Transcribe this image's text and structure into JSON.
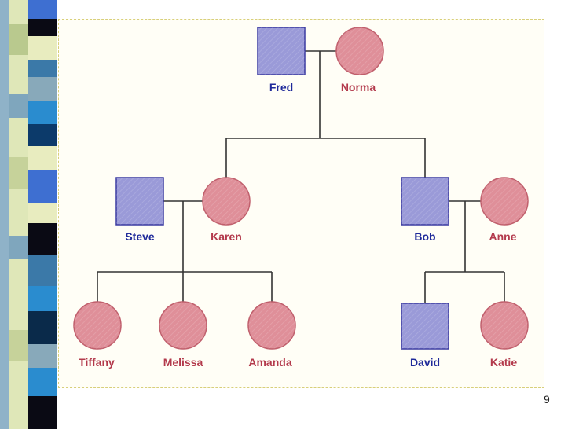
{
  "slide_number": "9",
  "colors": {
    "male_fill": "#9a9ad8",
    "male_stroke": "#3a3aa0",
    "female_fill": "#df8f99",
    "female_stroke": "#c05f6c",
    "male_text": "#1f2a9a",
    "female_text": "#b33a4c",
    "line": "#333333",
    "panel_border": "#d8cf7a"
  },
  "people": {
    "fred": {
      "name": "Fred",
      "sex": "male"
    },
    "norma": {
      "name": "Norma",
      "sex": "female"
    },
    "steve": {
      "name": "Steve",
      "sex": "male"
    },
    "karen": {
      "name": "Karen",
      "sex": "female"
    },
    "bob": {
      "name": "Bob",
      "sex": "male"
    },
    "anne": {
      "name": "Anne",
      "sex": "female"
    },
    "tiffany": {
      "name": "Tiffany",
      "sex": "female"
    },
    "melissa": {
      "name": "Melissa",
      "sex": "female"
    },
    "amanda": {
      "name": "Amanda",
      "sex": "female"
    },
    "david": {
      "name": "David",
      "sex": "male"
    },
    "katie": {
      "name": "Katie",
      "sex": "female"
    }
  }
}
